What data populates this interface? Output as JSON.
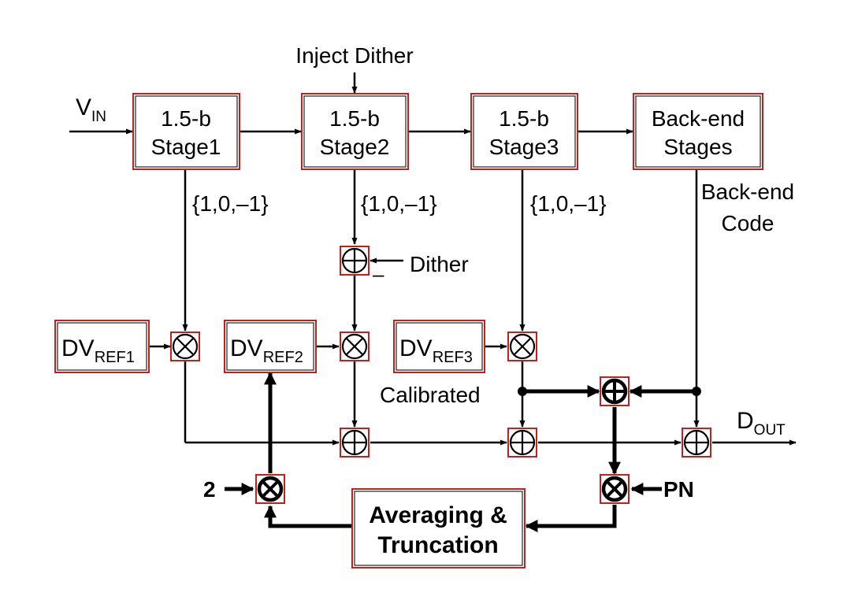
{
  "labels": {
    "inject_dither": "Inject Dither",
    "vin_main": "V",
    "vin_sub": "IN",
    "code_set": "{1,0,–1}",
    "back_end_code_line1": "Back-end",
    "back_end_code_line2": "Code",
    "dither": "Dither",
    "dither_sign": "–",
    "calibrated": "Calibrated",
    "dout_main": "D",
    "dout_sub": "OUT",
    "two": "2",
    "pn": "PN"
  },
  "blocks": {
    "stage1": {
      "line1": "1.5-b",
      "line2": "Stage1"
    },
    "stage2": {
      "line1": "1.5-b",
      "line2": "Stage2"
    },
    "stage3": {
      "line1": "1.5-b",
      "line2": "Stage3"
    },
    "backend": {
      "line1": "Back-end",
      "line2": "Stages"
    },
    "dvref1": {
      "main": "DV",
      "sub": "REF1"
    },
    "dvref2": {
      "main": "DV",
      "sub": "REF2"
    },
    "dvref3": {
      "main": "DV",
      "sub": "REF3"
    },
    "averaging": {
      "line1": "Averaging &",
      "line2": "Truncation"
    }
  },
  "colors": {
    "box_border": "#c0211f",
    "line": "#000000"
  }
}
